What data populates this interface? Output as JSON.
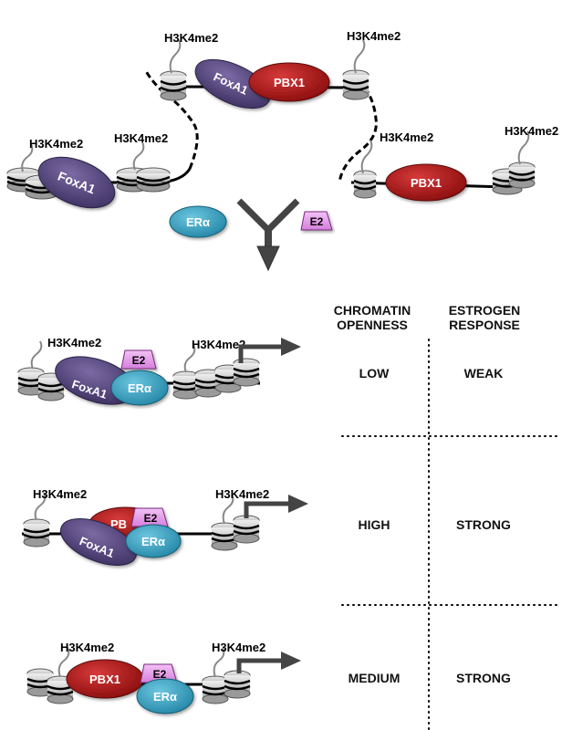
{
  "top": {
    "marks": [
      "H3K4me2",
      "H3K4me2",
      "H3K4me2",
      "H3K4me2",
      "H3K4me2",
      "H3K4me2"
    ],
    "foxa1_left": "FoxA1",
    "foxa1_mid": "FoxA1",
    "pbx1_mid": "PBX1",
    "pbx1_right": "PBX1"
  },
  "inputs": {
    "er": "ERα",
    "e2": "E2"
  },
  "table": {
    "col1_line1": "CHROMATIN",
    "col1_line2": "OPENNESS",
    "col2_line1": "ESTROGEN",
    "col2_line2": "RESPONSE"
  },
  "rows": [
    {
      "mark_left": "H3K4me2",
      "mark_right": "H3K4me2",
      "foxa1": "FoxA1",
      "er": "ERα",
      "e2": "E2",
      "openness": "LOW",
      "response": "WEAK"
    },
    {
      "mark_left": "H3K4me2",
      "mark_right": "H3K4me2",
      "foxa1": "FoxA1",
      "pbx1": "PB",
      "er": "ERα",
      "e2": "E2",
      "openness": "HIGH",
      "response": "STRONG"
    },
    {
      "mark_left": "H3K4me2",
      "mark_right": "H3K4me2",
      "pbx1": "PBX1",
      "er": "ERα",
      "e2": "E2",
      "openness": "MEDIUM",
      "response": "STRONG"
    }
  ],
  "colors": {
    "foxa1": "#5a4a80",
    "pbx1": "#b01818",
    "er": "#3aa5c4",
    "e2": "#e6a0ec",
    "nucleosome": "#c9c9c9"
  },
  "icons": [
    "nucleosome-icon",
    "histone-tail-icon",
    "transcription-arrow-icon",
    "convergence-arrow-icon"
  ]
}
